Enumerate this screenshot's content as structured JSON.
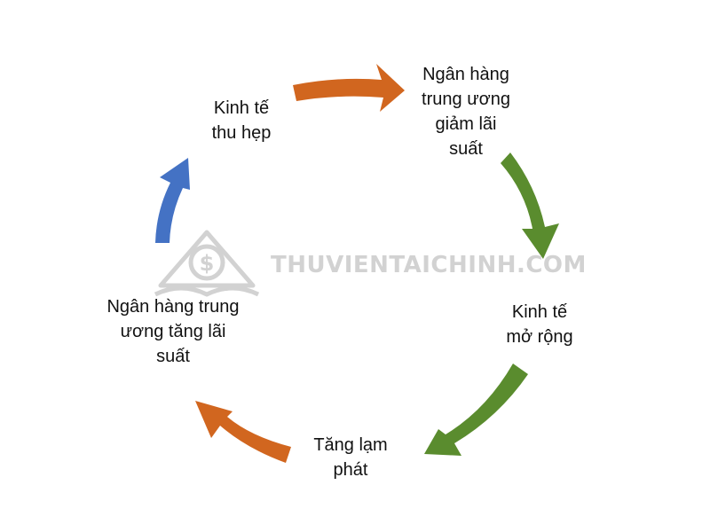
{
  "nodes": [
    {
      "id": "contraction",
      "lines": [
        "Kinh tế",
        "thu hẹp"
      ]
    },
    {
      "id": "cb-lower-rates",
      "lines": [
        "Ngân hàng",
        "trung ương",
        "giảm lãi",
        "suất"
      ]
    },
    {
      "id": "expansion",
      "lines": [
        "Kinh tế",
        "mở rộng"
      ]
    },
    {
      "id": "inflation",
      "lines": [
        "Tăng lạm",
        "phát"
      ]
    },
    {
      "id": "cb-raise-rates",
      "lines": [
        "Ngân hàng trung",
        "ương tăng lãi",
        "suất"
      ]
    }
  ],
  "arrows": [
    {
      "from": "contraction",
      "to": "cb-lower-rates",
      "color": "#D1661F"
    },
    {
      "from": "cb-lower-rates",
      "to": "expansion",
      "color": "#5A8C2E"
    },
    {
      "from": "expansion",
      "to": "inflation",
      "color": "#5A8C2E"
    },
    {
      "from": "inflation",
      "to": "cb-raise-rates",
      "color": "#D1661F"
    },
    {
      "from": "cb-raise-rates",
      "to": "contraction",
      "color": "#4472C4"
    }
  ],
  "watermark": {
    "text": "THUVIENTAICHINH.COM",
    "color": "#d2d2d2"
  }
}
